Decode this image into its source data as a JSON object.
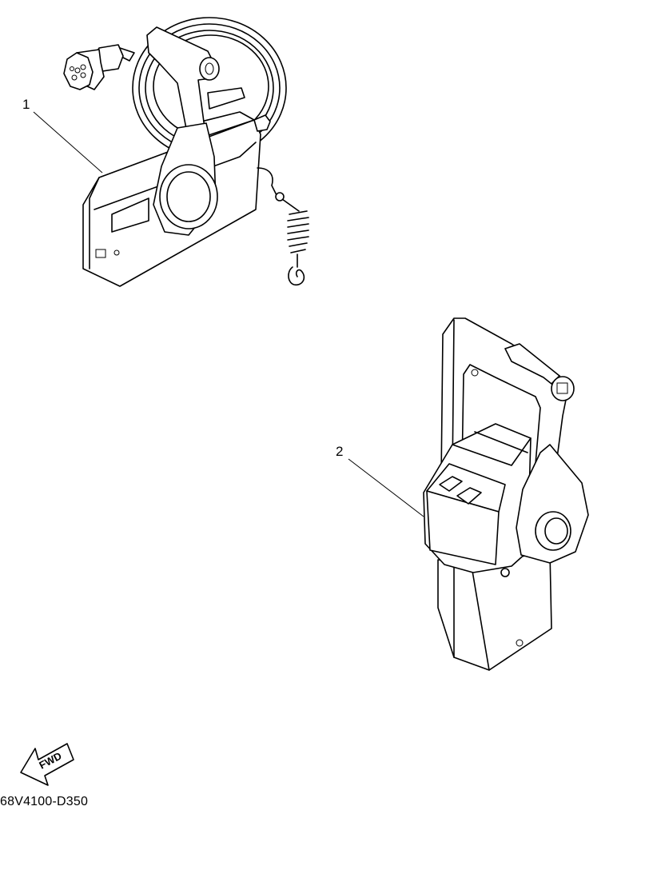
{
  "callouts": [
    {
      "number": "1"
    },
    {
      "number": "2"
    }
  ],
  "arrow_label": "FWD",
  "diagram_id": "68V4100-D350",
  "icons": [
    "side-mount-remote-control-box",
    "binnacle-remote-control",
    "fwd-arrow-icon"
  ]
}
